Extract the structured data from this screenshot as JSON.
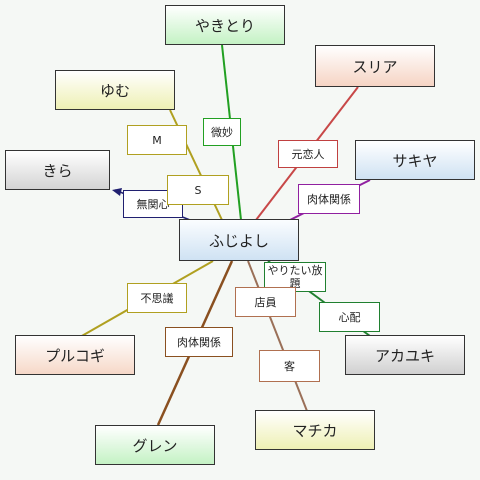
{
  "nodes": {
    "fujiyoshi": "ふじよし",
    "yakitori": "やきとり",
    "suria": "スリア",
    "yumu": "ゆむ",
    "kira": "きら",
    "sakiya": "サキヤ",
    "purukogi": "プルコギ",
    "akayuki": "アカユキ",
    "machika": "マチカ",
    "guren": "グレン"
  },
  "edge_labels": {
    "bimyou": "微妙",
    "motokoi": "元恋人",
    "m": "M",
    "s": "S",
    "mukanshin": "無関心",
    "nikutai_sakiya": "肉体関係",
    "yaritai": "やりたい放題",
    "shinpai": "心配",
    "fushigi": "不思議",
    "tenin": "店員",
    "nikutai_guren": "肉体関係",
    "kyaku": "客"
  },
  "colors": {
    "yakitori_edge": "#22a022",
    "suria_edge": "#c84848",
    "yumu_edge": "#b0a020",
    "kira_edge": "#202070",
    "sakiya_edge": "#9020a0",
    "akayuki_edge": "#208030",
    "purukogi_edge": "#b0a020",
    "machika_edge": "#9a7058",
    "guren_edge": "#8a5020"
  }
}
